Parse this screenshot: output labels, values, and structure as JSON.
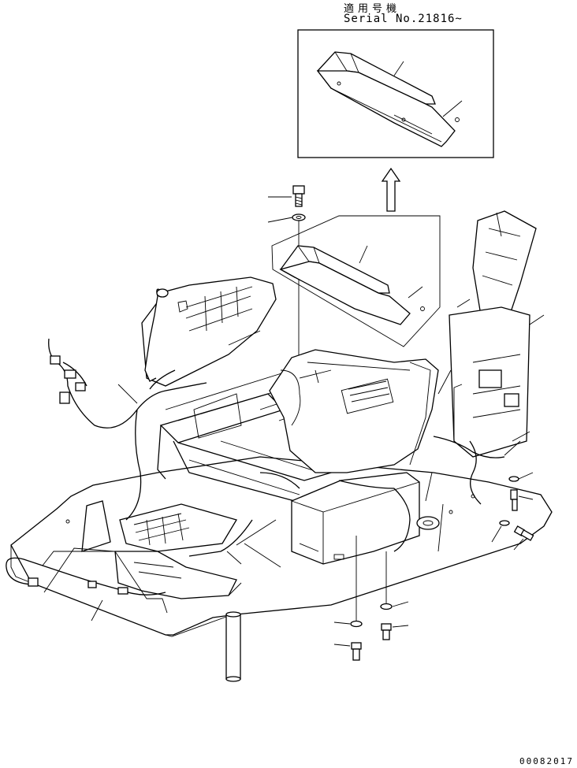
{
  "header": {
    "applicability_label": "適用号機",
    "serial_label": "Serial No.21816~"
  },
  "footer": {
    "document_number": "00082017"
  },
  "icons": {
    "up_arrow": "up-arrow-icon"
  }
}
